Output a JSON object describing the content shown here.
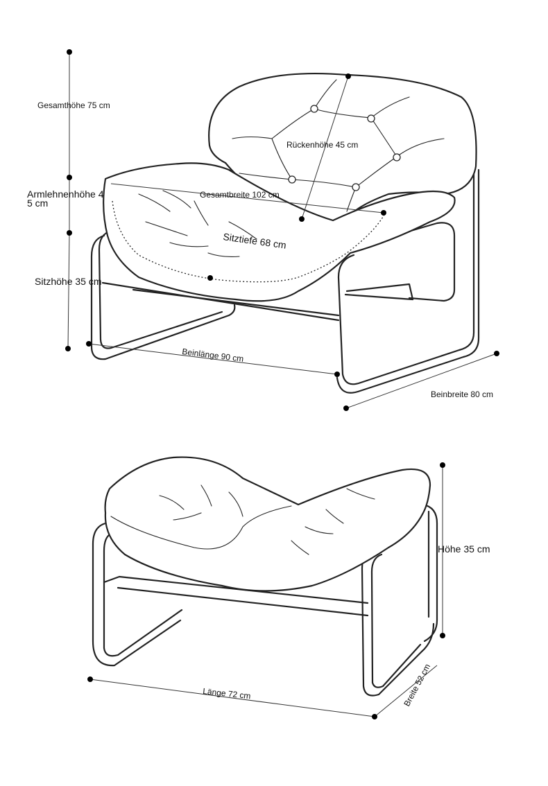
{
  "armchair": {
    "labels": {
      "total_height": "Gesamthöhe 75 cm",
      "back_height": "Rückenhöhe 45 cm",
      "armrest_height_line1": "Armlehnenhöhe 4",
      "armrest_height_line2": "5 cm",
      "total_width": "Gesamtbreite 102 cm",
      "seat_depth": "Sitztiefe 68 cm",
      "seat_height": "Sitzhöhe 35 cm",
      "leg_length": "Beinlänge 90 cm",
      "leg_width": "Beinbreite 80 cm"
    }
  },
  "ottoman": {
    "labels": {
      "height": "Höhe 35 cm",
      "length": "Länge 72 cm",
      "width": "Breite 52 cm"
    }
  }
}
